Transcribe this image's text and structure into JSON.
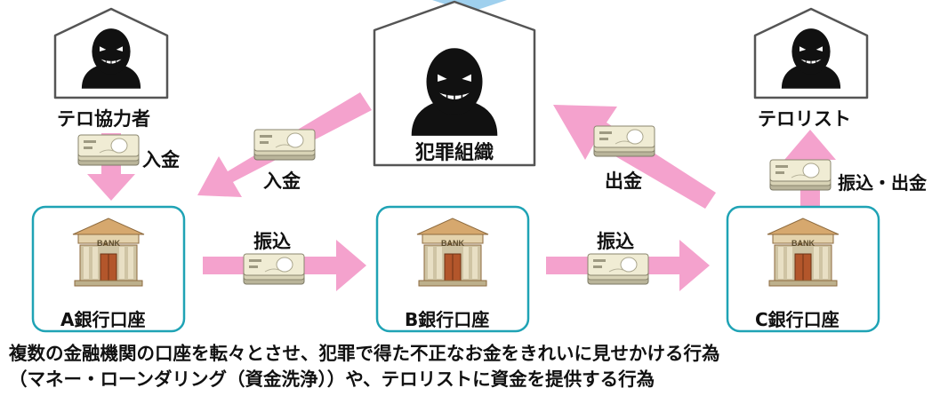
{
  "nodes": {
    "terror_collaborator": "テロ協力者",
    "criminal_org": "犯罪組織",
    "terrorist": "テロリスト",
    "bank_a": "A銀行口座",
    "bank_b": "B銀行口座",
    "bank_c": "C銀行口座"
  },
  "bank_sign": "BANK",
  "flows": {
    "deposit_from_collaborator": "入金",
    "deposit_from_org": "入金",
    "transfer_a_b": "振込",
    "transfer_b_c": "振込",
    "withdraw_to_org": "出金",
    "transfer_withdraw_to_terrorist": "振込・出金"
  },
  "caption": {
    "line1": "複数の金融機関の口座を転々とさせ、犯罪で得た不正なお金をきれいに見せかける行為",
    "line2": "（マネー・ローンダリング（資金洗浄））や、テロリストに資金を提供する行為"
  },
  "colors": {
    "arrow": "#f4a2cd",
    "bank_border": "#1fa3b5",
    "house_stroke": "#555555",
    "figure": "#111111"
  }
}
